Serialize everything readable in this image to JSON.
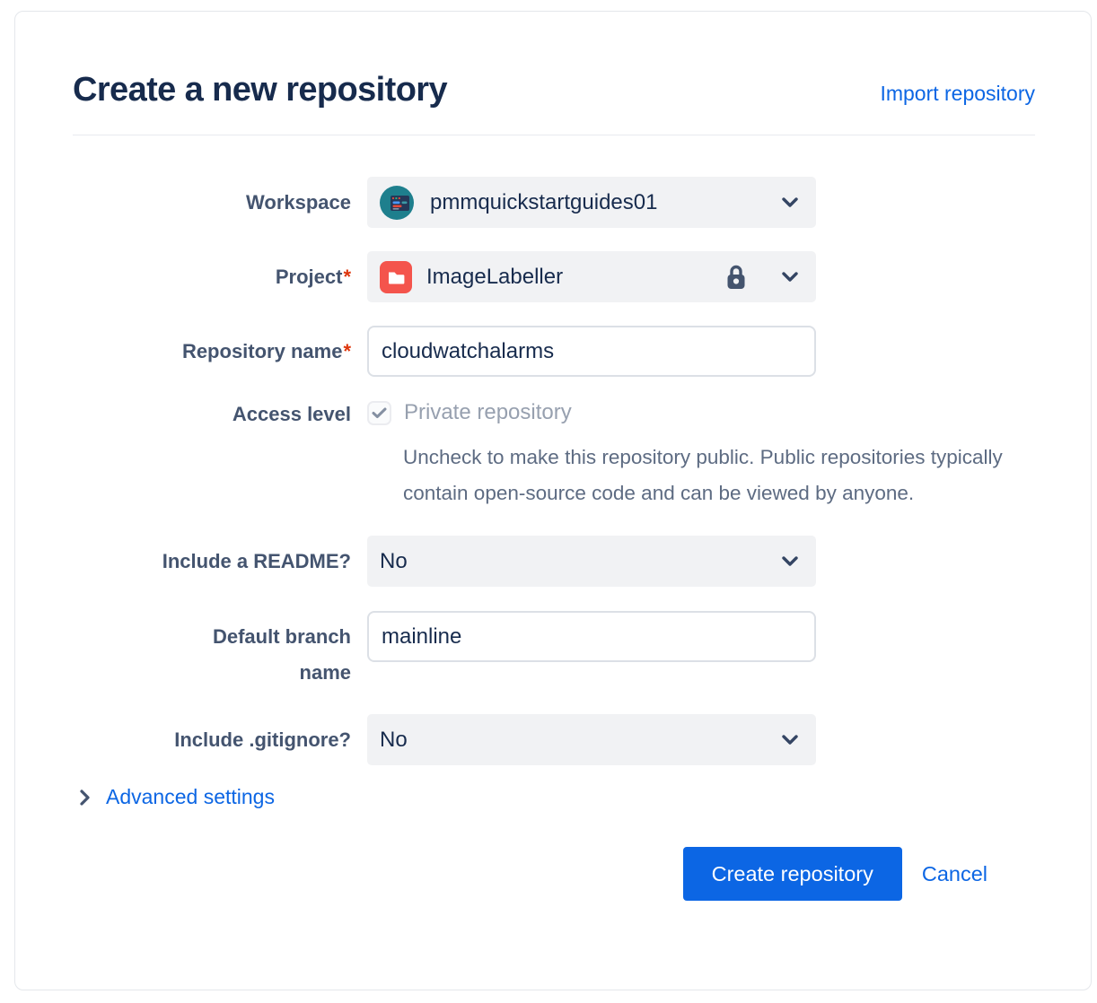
{
  "header": {
    "title": "Create a new repository",
    "import_link": "Import repository"
  },
  "form": {
    "workspace": {
      "label": "Workspace",
      "value": "pmmquickstartguides01"
    },
    "project": {
      "label": "Project",
      "required_mark": "*",
      "value": "ImageLabeller"
    },
    "repository_name": {
      "label": "Repository name",
      "required_mark": "*",
      "value": "cloudwatchalarms"
    },
    "access_level": {
      "label": "Access level",
      "checkbox_label": "Private repository",
      "checkbox_checked": true,
      "help": "Uncheck to make this repository public. Public repositories typically contain open-source code and can be viewed by anyone."
    },
    "readme": {
      "label": "Include a README?",
      "value": "No"
    },
    "default_branch": {
      "label": "Default branch name",
      "value": "mainline"
    },
    "gitignore": {
      "label": "Include .gitignore?",
      "value": "No"
    },
    "advanced": {
      "label": "Advanced settings"
    }
  },
  "actions": {
    "submit": "Create repository",
    "cancel": "Cancel"
  },
  "colors": {
    "accent_blue": "#0C66E4",
    "title_navy": "#172B4D",
    "label_slate": "#44546F",
    "field_gray": "#F1F2F4",
    "required_red": "#DE350B",
    "workspace_avatar_teal": "#1E7F8D",
    "project_avatar_red": "#F4544C"
  }
}
